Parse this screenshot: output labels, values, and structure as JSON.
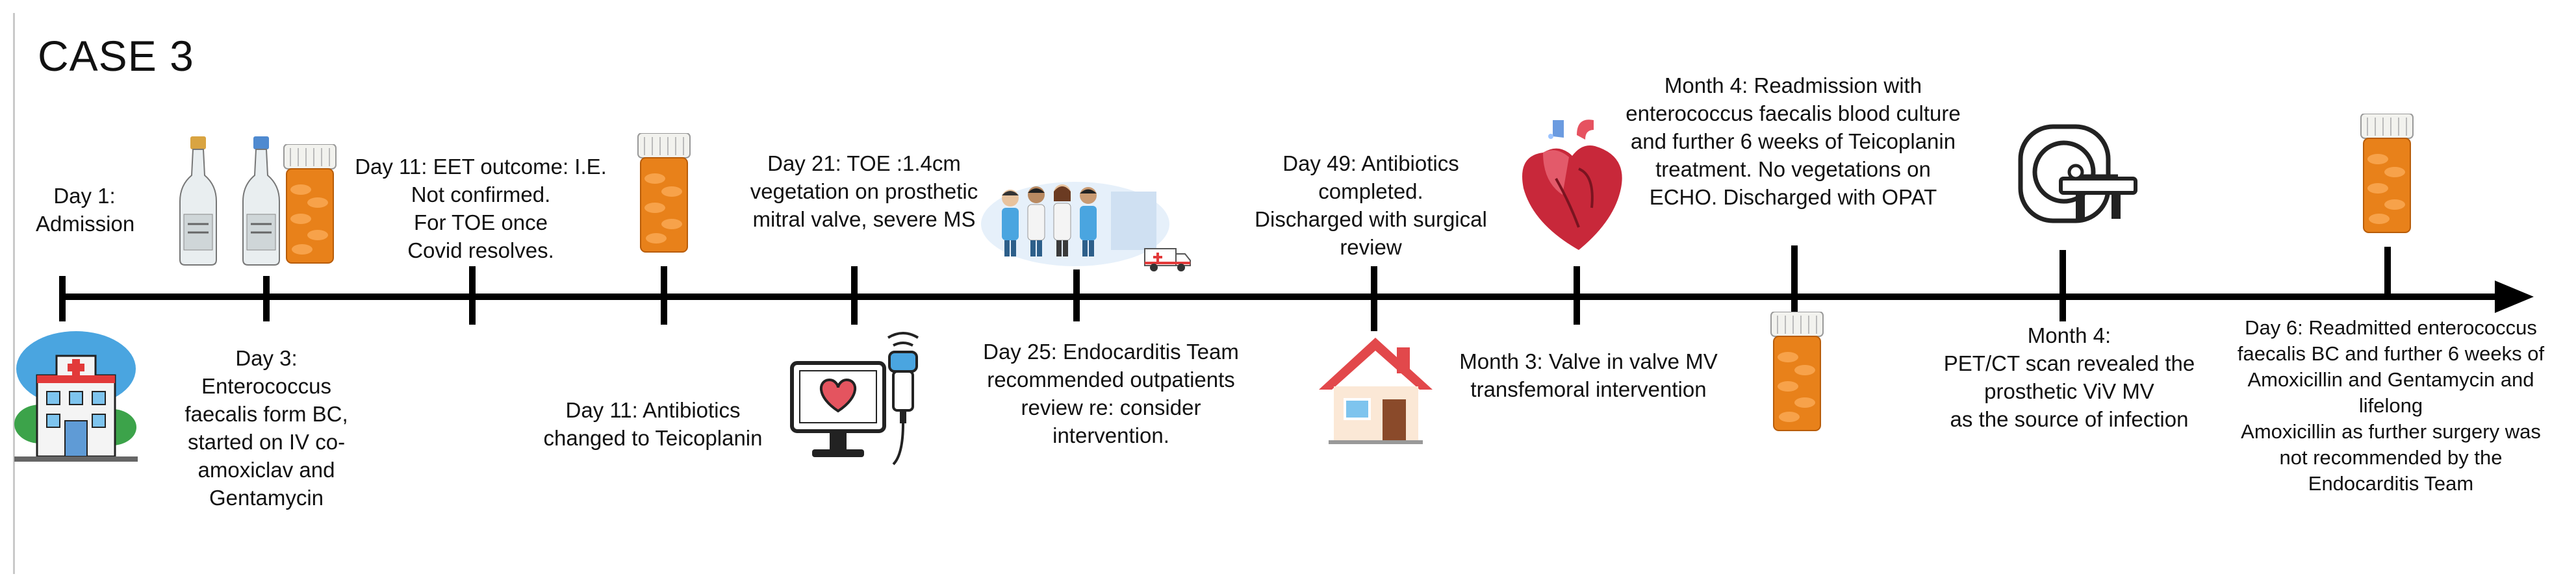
{
  "title": "CASE 3",
  "events": [
    {
      "id": "day1",
      "lines": [
        "Day 1:",
        "Admission"
      ]
    },
    {
      "id": "day3",
      "lines": [
        "Day 3:",
        "Enterococcus",
        "faecalis form BC,",
        "started on IV co-",
        "amoxiclav and",
        "Gentamycin"
      ]
    },
    {
      "id": "day11a",
      "lines": [
        "Day 11: EET outcome: I.E.",
        "Not confirmed.",
        "For TOE once",
        "Covid resolves."
      ]
    },
    {
      "id": "day11b",
      "lines": [
        "Day 11: Antibiotics",
        "changed to Teicoplanin"
      ]
    },
    {
      "id": "day21",
      "lines": [
        "Day 21: TOE :1.4cm",
        "vegetation on prosthetic",
        "mitral valve, severe MS"
      ]
    },
    {
      "id": "day25",
      "lines": [
        "Day 25: Endocarditis Team",
        "recommended outpatients",
        "review  re: consider",
        "intervention."
      ]
    },
    {
      "id": "day49",
      "lines": [
        "Day 49: Antibiotics",
        "completed.",
        "Discharged with surgical",
        "review"
      ]
    },
    {
      "id": "month3",
      "lines": [
        "Month 3: Valve in valve  MV",
        "transfemoral intervention"
      ]
    },
    {
      "id": "month4a",
      "lines": [
        "Month 4: Readmission with",
        "enterococcus faecalis blood culture",
        "and further 6 weeks of Teicoplanin",
        "treatment.  No vegetations on",
        "ECHO. Discharged with OPAT"
      ]
    },
    {
      "id": "month4b",
      "lines": [
        "Month 4:",
        "PET/CT scan revealed the",
        "prosthetic ViV MV",
        "as the source of infection"
      ]
    },
    {
      "id": "day6",
      "lines": [
        "Day 6: Readmitted  enterococcus",
        "faecalis BC and further 6 weeks of",
        "Amoxicillin and Gentamycin and",
        "lifelong",
        "Amoxicillin as further surgery was",
        "not recommended by the",
        "Endocarditis Team"
      ]
    }
  ],
  "icons": [
    {
      "name": "hospital-icon"
    },
    {
      "name": "iv-bottle-icon"
    },
    {
      "name": "iv-bottle-icon"
    },
    {
      "name": "pill-bottle-icon"
    },
    {
      "name": "pill-bottle-icon"
    },
    {
      "name": "echo-monitor-icon"
    },
    {
      "name": "ultrasound-probe-icon"
    },
    {
      "name": "medical-team-icon"
    },
    {
      "name": "ambulance-icon"
    },
    {
      "name": "house-icon"
    },
    {
      "name": "heart-icon"
    },
    {
      "name": "pill-bottle-icon"
    },
    {
      "name": "ct-scanner-icon"
    },
    {
      "name": "pill-bottle-icon"
    }
  ],
  "colors": {
    "pill_orange": "#e8811a",
    "pill_cap": "#f2f2ee",
    "heart_red": "#c8283a",
    "hospital_blue": "#4aa5e0",
    "house_red": "#e2484b"
  }
}
